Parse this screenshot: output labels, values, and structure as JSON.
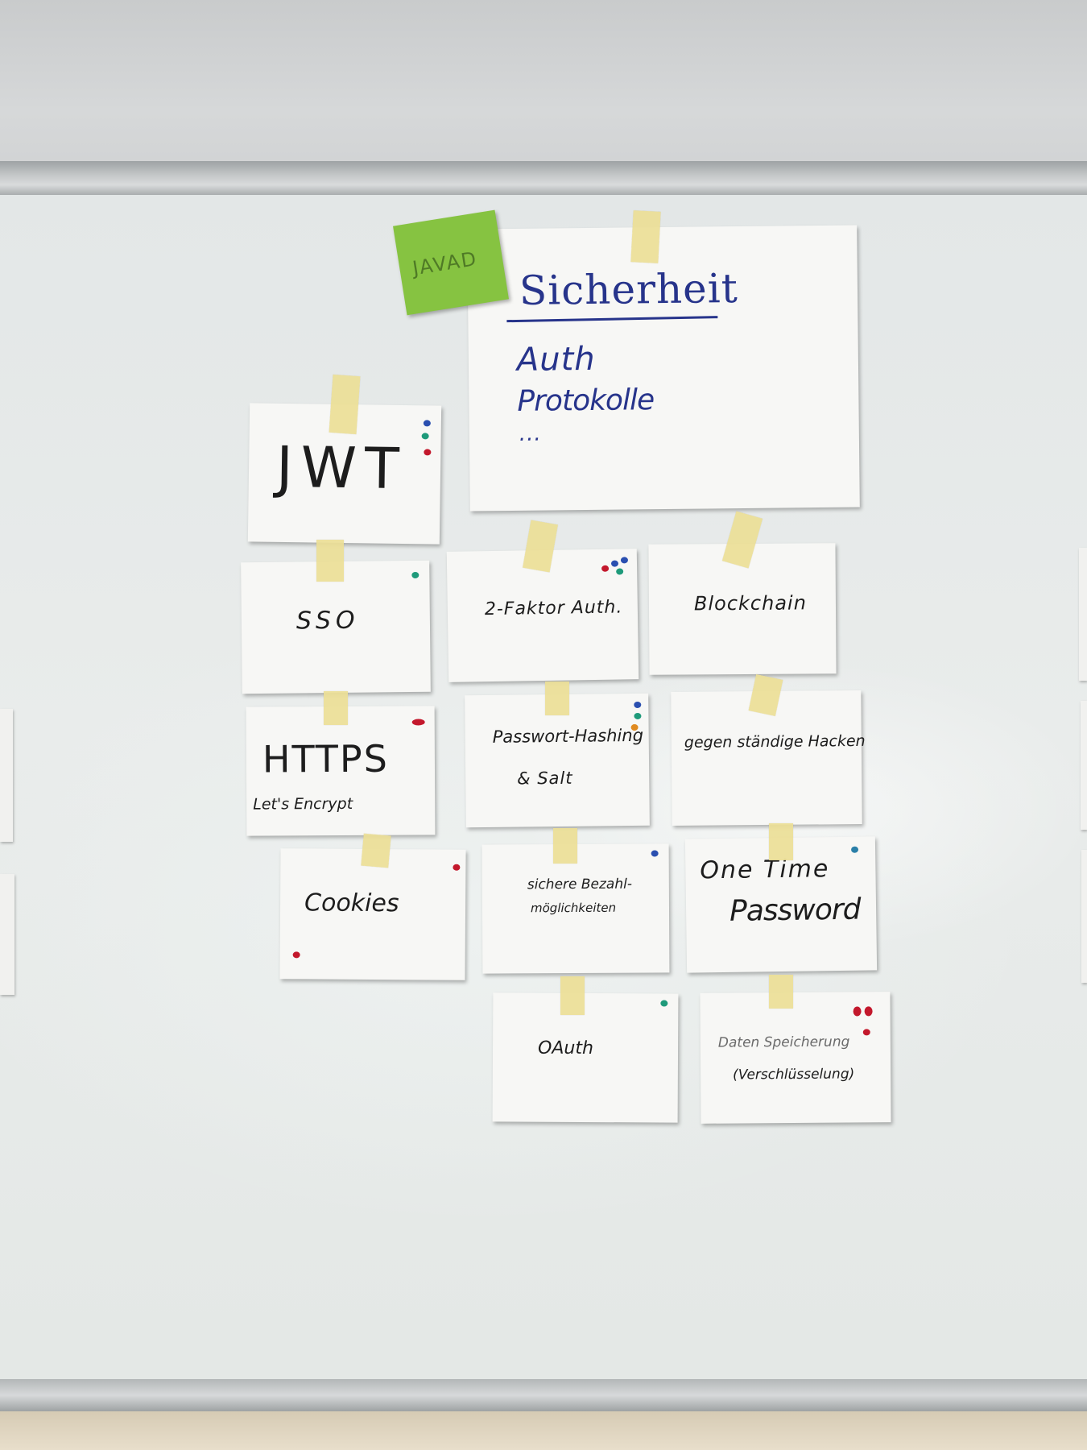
{
  "sticky_note": {
    "label": "JAVAD",
    "color": "#86c341"
  },
  "main_sheet": {
    "title": "Sicherheit",
    "lines": [
      "Auth",
      "Protokolle",
      "..."
    ],
    "ink_color": "#27348b"
  },
  "cards": {
    "jwt": "JWT",
    "sso": "SSO",
    "two_factor": "2-Faktor Auth.",
    "blockchain": "Blockchain",
    "https": "HTTPS",
    "lets_encrypt": "Let's Encrypt",
    "password_hashing_1": "Passwort-Hashing",
    "password_hashing_2": "& Salt",
    "gegen_hacken": "gegen ständige Hacken",
    "cookies": "Cookies",
    "payment_1": "sichere Bezahl-",
    "payment_2": "möglichkeiten",
    "otp_1": "One Time",
    "otp_2": "Password",
    "oauth": "OAuth",
    "storage_1": "Daten Speicherung",
    "storage_2": "(Verschlüsselung)"
  },
  "dot_colors": {
    "blue": "#2a4fb0",
    "green": "#1e9a7a",
    "red": "#c3182c",
    "orange": "#e08a1f"
  },
  "tape_color": "#ecde96"
}
